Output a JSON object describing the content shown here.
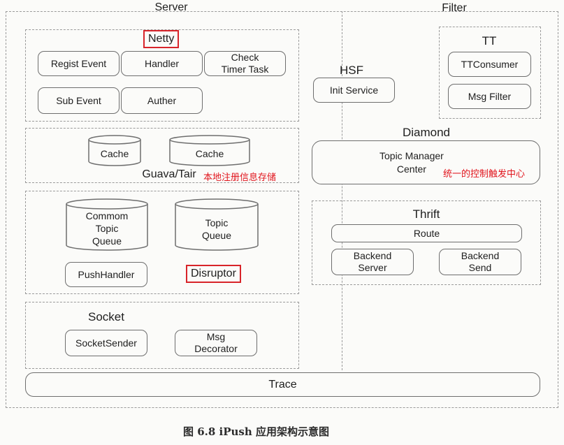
{
  "server": {
    "title": "Server",
    "netty": {
      "label": "Netty",
      "boxes": [
        "Regist Event",
        "Handler",
        "Check\nTimer Task",
        "Sub Event",
        "Auther"
      ]
    },
    "cache_section": {
      "cylinders": [
        "Cache",
        "Cache"
      ],
      "label": "Guava/Tair",
      "annotation": "本地注册信息存储"
    },
    "disruptor_section": {
      "cylinders": [
        "Commom\nTopic\nQueue",
        "Topic\nQueue"
      ],
      "push_handler": "PushHandler",
      "label": "Disruptor"
    },
    "socket": {
      "title": "Socket",
      "boxes": [
        "SocketSender",
        "Msg\nDecorator"
      ]
    }
  },
  "filter": {
    "title": "Filter",
    "tt": {
      "title": "TT",
      "boxes": [
        "TTConsumer",
        "Msg Filter"
      ]
    }
  },
  "hsf": {
    "title": "HSF",
    "box": "Init Service"
  },
  "diamond": {
    "title": "Diamond",
    "box": "Topic Manager\nCenter",
    "annotation": "统一的控制触发中心"
  },
  "thrift": {
    "title": "Thrift",
    "route": "Route",
    "boxes": [
      "Backend\nServer",
      "Backend\nSend"
    ]
  },
  "trace": {
    "label": "Trace"
  },
  "caption": "图 6.8   iPush 应用架构示意图",
  "colors": {
    "accent_red": "#d8242a",
    "border": "#6e6e6e",
    "dashed": "#9a9a9a"
  }
}
